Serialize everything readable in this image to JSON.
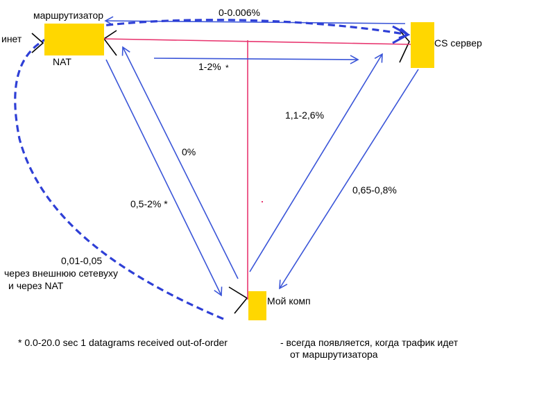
{
  "colors": {
    "node_fill": "#FFD700",
    "pink_line": "#E8356F",
    "blue_arrow": "#3A55D8",
    "dashed_blue": "#2E3FD6",
    "text": "#000000"
  },
  "nodes": {
    "router": {
      "label_top": "маршрутизатор",
      "label_bottom": "NAT"
    },
    "internet": {
      "label": "инет"
    },
    "cs_server": {
      "label": "CS сервер"
    },
    "my_pc": {
      "label": "Мой комп"
    }
  },
  "edge_labels": {
    "router_cs_top": "0-0.006%",
    "router_cs_bottom": "1-2%",
    "router_cs_bottom_star": "*",
    "pc_cs_up": "1,1-2,6%",
    "cs_pc_down": "0,65-0,8%",
    "pc_router_up": "0%",
    "router_pc_down": "0,5-2% *",
    "dashed_path": [
      "0,01-0,05",
      "через внешнюю сетевуху",
      "и через NAT"
    ]
  },
  "notes": {
    "footnote": "*  0.0-20.0 sec  1 datagrams received out-of-order",
    "remark": [
      "- всегда появляется, когда трафик идет",
      "от маршрутизатора"
    ]
  }
}
